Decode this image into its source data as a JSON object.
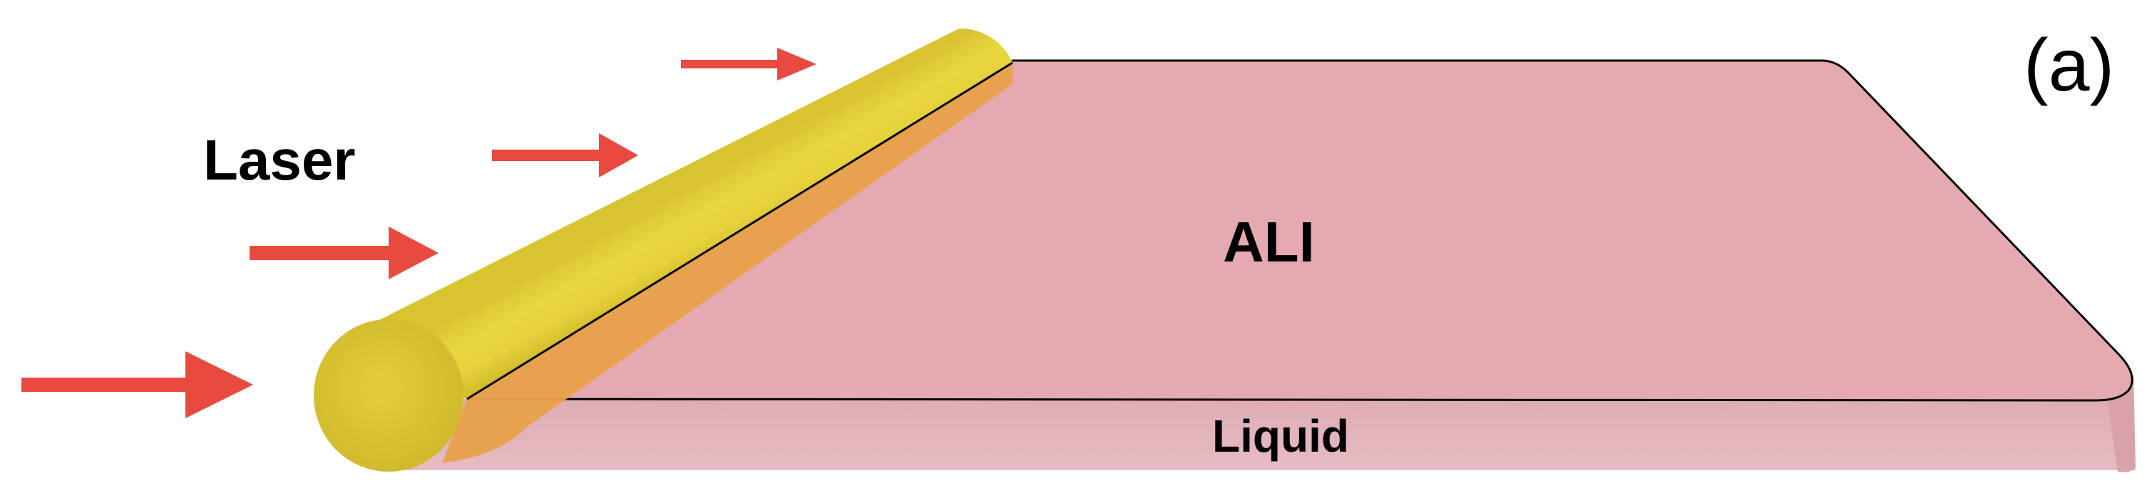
{
  "labels": {
    "laser": "Laser",
    "ali": "ALI",
    "liquid": "Liquid",
    "panel": "(a)"
  },
  "colors": {
    "background": "#ffffff",
    "ali_surface": "#e4a9b1",
    "liquid_side": "#ddaab3",
    "fiber_body": "#e8d43c",
    "fiber_cap": "#dcc838",
    "fiber_shadow": "#e59a3a",
    "arrow": "#e94a3f",
    "outline": "#000000"
  },
  "icons": {
    "laser_arrow": "right-arrow",
    "fiber": "cylinder"
  }
}
